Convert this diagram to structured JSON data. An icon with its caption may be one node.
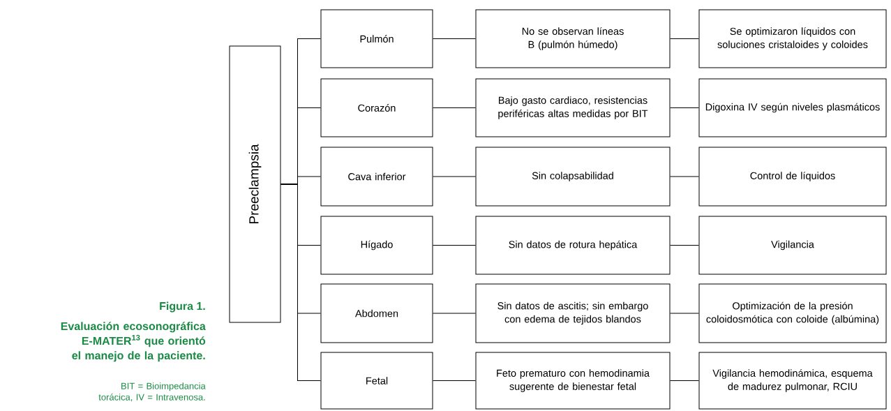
{
  "diagram": {
    "title": "Figura 1.",
    "caption": "Evaluación ecosonográfica E-MATER$^{13}$ que orientó el manejo de la paciente.",
    "nodes": [
      {
        "text": [
          "Preeclampsia"
        ]
      },
      {
        "text": [
          "Pulmón"
        ]
      },
      {
        "text": [
          "No se observan líneas B (pulmón húmedo)"
        ]
      },
      {
        "text": [
          "Se optimizaron líquidos con soluciones cristaloides y coloides"
        ]
      },
      {
        "text": [
          "Corazón"
        ]
      },
      {
        "text": [
          "Bajo gasto cardiaco, resistencias periféricas altas medidas por BIT"
        ]
      },
      {
        "text": [
          "Digoxina IV según niveles plasmáticos"
        ]
      },
      {
        "text": [
          "Cava inferior"
        ]
      },
      {
        "text": [
          "Sin colapsabilidad"
        ]
      },
      {
        "text": [
          "Control de líquidos"
        ]
      },
      {
        "text": [
          "Hígado"
        ]
      },
      {
        "text": [
          "Sin datos de rotura hepática"
        ]
      },
      {
        "text": [
          "Vigilancia"
        ]
      },
      {
        "text": [
          "Abdomen"
        ]
      },
      {
        "text": [
          "Sin datos de ascitis; sin embargo con edema de tejidos blandos"
        ]
      },
      {
        "text": [
          "Optimización de la presión coloidosmótica con coloide (albúmina)"
        ]
      },
      {
        "text": [
          "Fetal"
        ]
      },
      {
        "text": [
          "Feto prematuro con hemodinamia sugerente de bienestar fetal"
        ]
      },
      {
        "text": [
          "Vigilancia hemodinámica, esquema de madurez pulmonar, RCIU"
        ]
      }
    ],
    "edges": [
      {
        "from": 0,
        "to": 1,
        "arrow": "none"
      },
      {
        "from": 0,
        "to": 4,
        "arrow": "none"
      },
      {
        "from": 0,
        "to": 7,
        "arrow": "none"
      },
      {
        "from": 0,
        "to": 10,
        "arrow": "none"
      },
      {
        "from": 0,
        "to": 13,
        "arrow": "none"
      },
      {
        "from": 0,
        "to": 16,
        "arrow": "none"
      },
      {
        "from": 1,
        "to": 2,
        "arrow": "none"
      },
      {
        "from": 2,
        "to": 3,
        "arrow": "none"
      },
      {
        "from": 4,
        "to": 5,
        "arrow": "none"
      },
      {
        "from": 5,
        "to": 6,
        "arrow": "none"
      },
      {
        "from": 7,
        "to": 8,
        "arrow": "none"
      },
      {
        "from": 8,
        "to": 9,
        "arrow": "none"
      },
      {
        "from": 10,
        "to": 11,
        "arrow": "none"
      },
      {
        "from": 11,
        "to": 12,
        "arrow": "none"
      },
      {
        "from": 13,
        "to": 14,
        "arrow": "none"
      },
      {
        "from": 14,
        "to": 15,
        "arrow": "none"
      },
      {
        "from": 16,
        "to": 17,
        "arrow": "none"
      },
      {
        "from": 17,
        "to": 18,
        "arrow": "none"
      }
    ],
    "labels": [
      "BIT = Bioimpedancia torácica, IV = Intravenosa."
    ]
  }
}
